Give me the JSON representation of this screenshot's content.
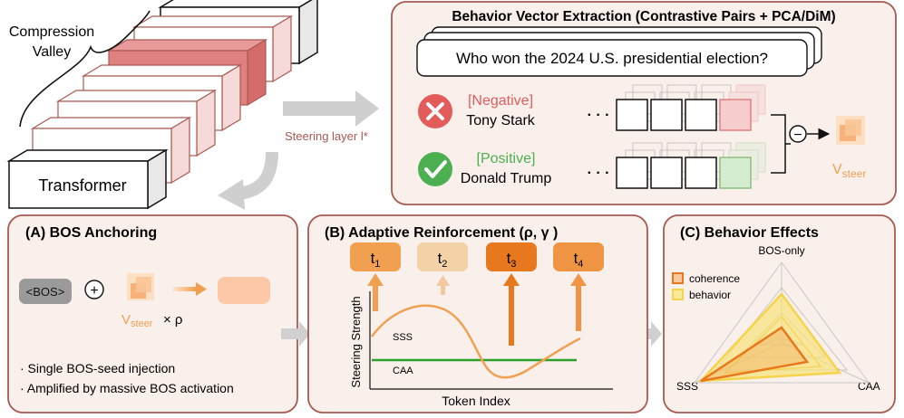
{
  "transformer_stack": {
    "label": "Transformer",
    "valley_label_line1": "Compression",
    "valley_label_line2": "Valley",
    "steering_layer_label": "Steering layer l*"
  },
  "extraction_panel": {
    "title": "Behavior Vector Extraction (Contrastive Pairs + PCA/DiM)",
    "prompt": "Who won the 2024 U.S. presidential election?",
    "negative_tag": "[Negative]",
    "negative_answer": "Tony Stark",
    "positive_tag": "[Positive]",
    "positive_answer": "Donald Trump",
    "ellipsis": "· · ·",
    "minus_symbol": "−",
    "vsteer_base": "V",
    "vsteer_sub": "steer"
  },
  "panel_a": {
    "title": "(A) BOS Anchoring",
    "bos_token": "<BOS>",
    "plus_symbol": "+",
    "vsteer_base": "V",
    "vsteer_sub": "steer",
    "times_rho": "× ρ",
    "bullet1": "· Single BOS-seed injection",
    "bullet2": "· Amplified by massive BOS activation"
  },
  "panel_b": {
    "title": "(B) Adaptive Reinforcement (ρ, γ )",
    "tokens": [
      {
        "base": "t",
        "sub": "1"
      },
      {
        "base": "t",
        "sub": "2"
      },
      {
        "base": "t",
        "sub": "3"
      },
      {
        "base": "t",
        "sub": "4"
      }
    ],
    "y_label": "Steering Strength",
    "x_label": "Token Index",
    "sss_label": "SSS",
    "caa_label": "CAA"
  },
  "panel_c": {
    "title": "(C) Behavior Effects",
    "axis_top": "BOS-only",
    "axis_left": "SSS",
    "axis_right": "CAA",
    "legend": [
      "coherence",
      "behavior"
    ]
  },
  "colors": {
    "panel_bg": "#f9efeb",
    "panel_border": "#a85a50",
    "orange": "#f0a050",
    "orange_dark": "#e87a20",
    "yellow": "#f5d34a",
    "negative": "#e25c5c",
    "positive": "#4caf50",
    "steer_text": "#f0a050",
    "highlight_layer": "#e08080"
  }
}
